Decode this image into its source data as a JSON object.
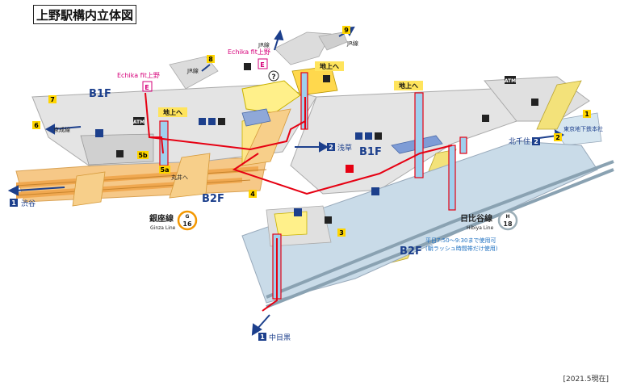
{
  "title": "上野駅構内立体図",
  "footnote": "[2021.5現在]",
  "floors": {
    "b1f_left": "B1F",
    "b1f_center": "B1F",
    "b2f_left": "B2F",
    "b2f_right": "B2F"
  },
  "lines": {
    "ginza": {
      "name": "銀座線",
      "en": "Ginza Line",
      "code": "G",
      "num": "16",
      "color": "#f39700"
    },
    "hibiya": {
      "name": "日比谷線",
      "en": "Hibiya Line",
      "code": "H",
      "num": "18",
      "color": "#9caeb7"
    }
  },
  "directions": {
    "shibuya": "渋谷",
    "shibuya_num": "1",
    "asakusa": "浅草",
    "asakusa_num": "2",
    "nakameguro": "中目黒",
    "nakameguro_num": "1",
    "kitasenju": "北千住",
    "kitasenju_num": "2"
  },
  "labels": {
    "echika_1": "Echika fit上野",
    "echika_2": "Echika fit上野",
    "e_mark": "E",
    "jr_1": "JR線",
    "jr_2": "JR線",
    "jr_3": "JR線",
    "keisei": "京成線",
    "maruimae": "丸井へ",
    "chijo_1": "地上へ",
    "chijo_2": "地上へ",
    "chijo_3": "地上へ",
    "tokyometro_office": "東京地下鉄本社",
    "atm": "ATM",
    "note_line1": "平日7:50〜9:30まで使用可",
    "note_line2": "(朝ラッシュ時間帯だけ使用)",
    "question": "?"
  },
  "exits": [
    "1",
    "2",
    "3",
    "4",
    "5a",
    "5b",
    "6",
    "7",
    "8",
    "9"
  ],
  "colors": {
    "route": "#e60012",
    "b1f_floor": "#e6e6e6",
    "ginza_floor": "#f5c27a",
    "hibiya_floor": "#c9d9e6",
    "yellow": "#ffe45c"
  }
}
